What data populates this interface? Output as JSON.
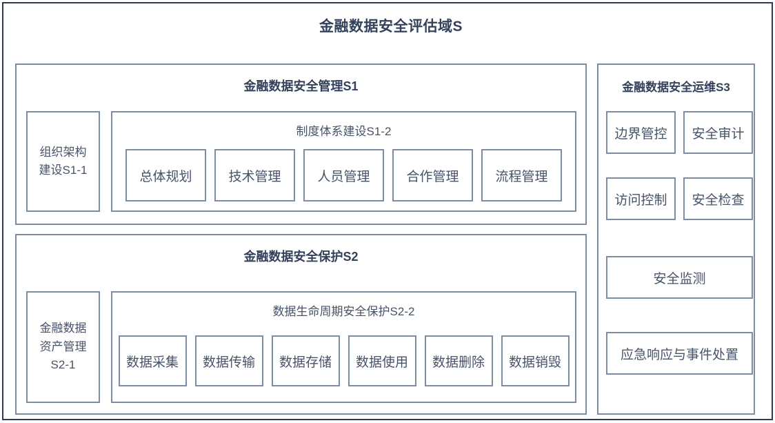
{
  "diagram": {
    "root_title": "金融数据安全评估域S",
    "colors": {
      "outer_border": "#2b3a55",
      "panel_border": "#7b8ca8",
      "title_text": "#33415c",
      "leaf_text": "#46536b",
      "background": "#ffffff"
    }
  },
  "s1": {
    "title": "金融数据安全管理S1",
    "side_cell": "组织架构\n建设S1-1",
    "sub": {
      "title": "制度体系建设S1-2",
      "items": [
        {
          "label": "总体规划"
        },
        {
          "label": "技术管理"
        },
        {
          "label": "人员管理"
        },
        {
          "label": "合作管理"
        },
        {
          "label": "流程管理"
        }
      ]
    }
  },
  "s2": {
    "title": "金融数据安全保护S2",
    "side_cell": "金融数据\n资产管理\nS2-1",
    "sub": {
      "title": "数据生命周期安全保护S2-2",
      "items": [
        {
          "label": "数据采集"
        },
        {
          "label": "数据传输"
        },
        {
          "label": "数据存储"
        },
        {
          "label": "数据使用"
        },
        {
          "label": "数据删除"
        },
        {
          "label": "数据销毁"
        }
      ]
    }
  },
  "s3": {
    "title": "金融数据安全运维S3",
    "grid_items": [
      {
        "label": "边界管控"
      },
      {
        "label": "安全审计"
      },
      {
        "label": "访问控制"
      },
      {
        "label": "安全检查"
      }
    ],
    "wide_items": [
      {
        "label": "安全监测"
      },
      {
        "label": "应急响应与事件处置"
      }
    ]
  }
}
